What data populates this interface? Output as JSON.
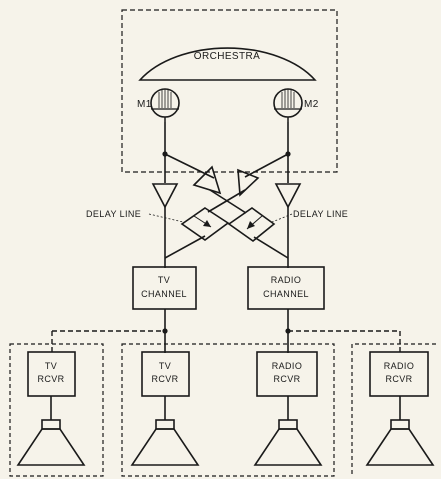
{
  "colors": {
    "ink": "#1a1a1a",
    "paper": "#f6f3ea"
  },
  "orchestra": {
    "label": "ORCHESTRA"
  },
  "microphones": {
    "left": "M1",
    "right": "M2"
  },
  "delay_lines": {
    "left": "DELAY LINE",
    "right": "DELAY LINE"
  },
  "channels": {
    "tv": {
      "line1": "TV",
      "line2": "CHANNEL"
    },
    "radio": {
      "line1": "RADIO",
      "line2": "CHANNEL"
    }
  },
  "receivers": [
    {
      "line1": "TV",
      "line2": "RCVR"
    },
    {
      "line1": "TV",
      "line2": "RCVR"
    },
    {
      "line1": "RADIO",
      "line2": "RCVR"
    },
    {
      "line1": "RADIO",
      "line2": "RCVR"
    }
  ]
}
